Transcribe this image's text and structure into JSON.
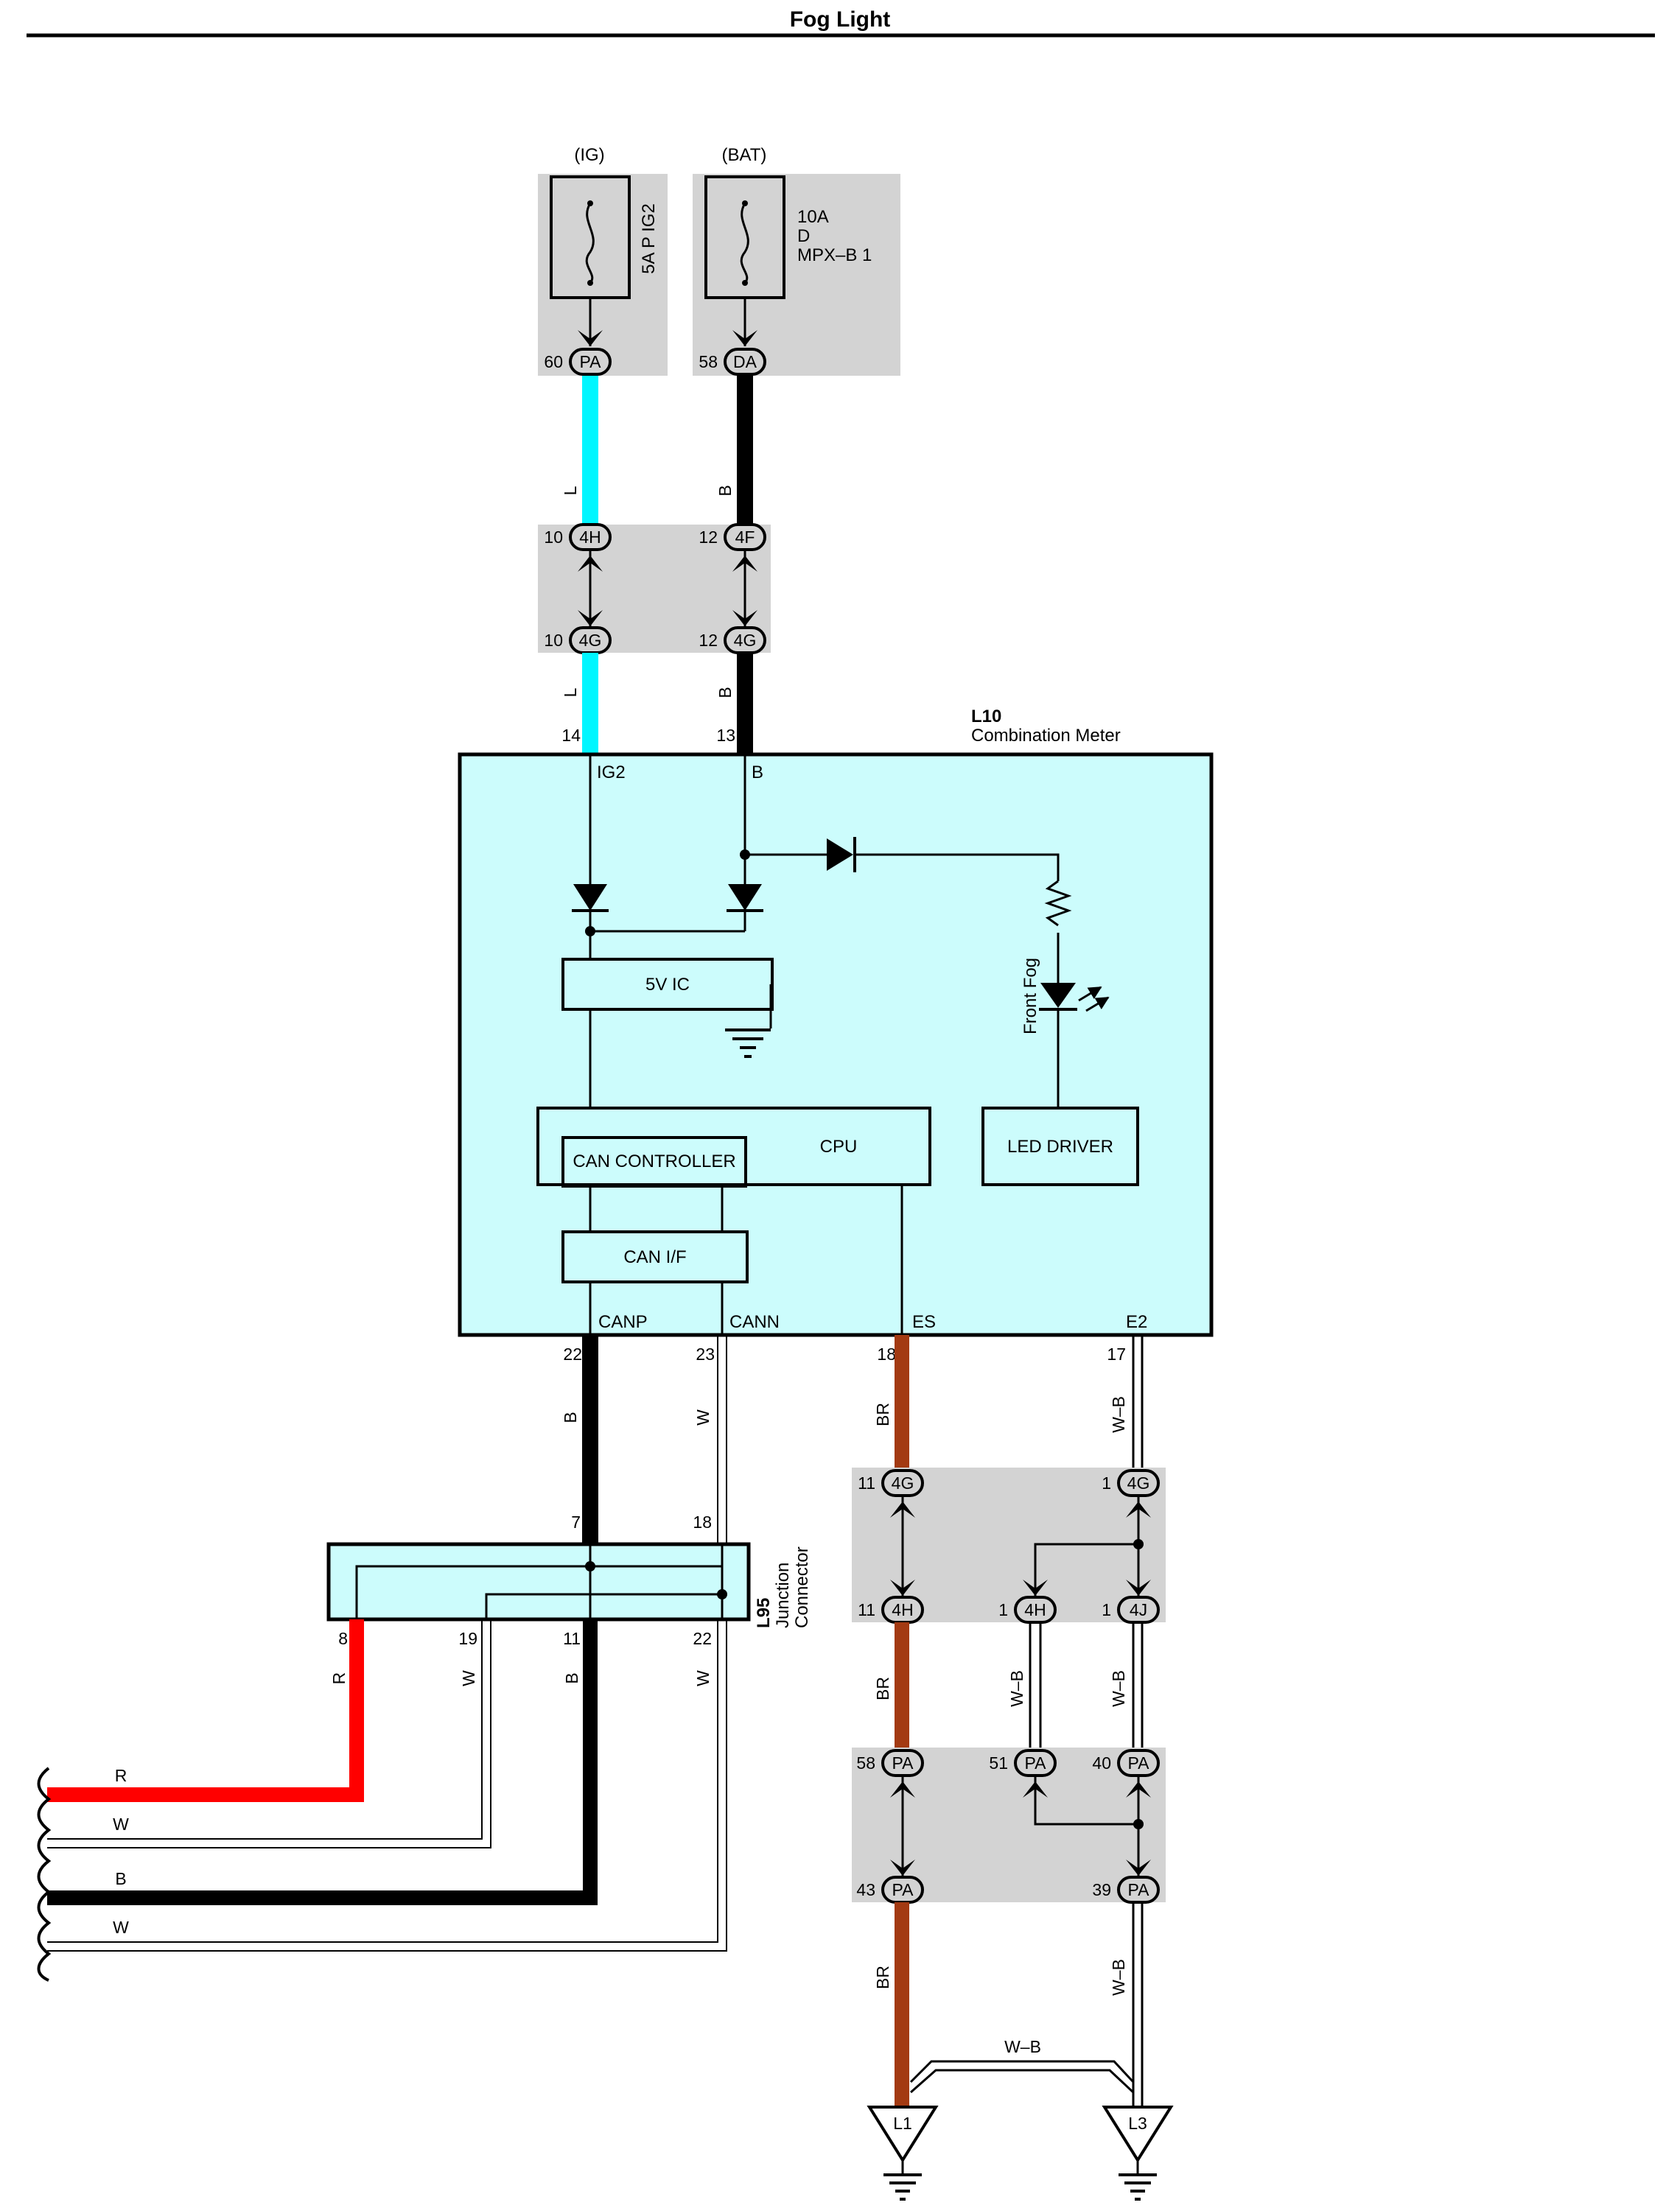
{
  "title": "Fog Light",
  "colors": {
    "wire_L": "#00f6ff",
    "wire_B": "#000000",
    "wire_BR": "#a33a12",
    "wire_R": "#ff0000",
    "panel": "#d3d3d3",
    "module": "#ccfcfc"
  },
  "fuses": {
    "ig": {
      "source": "(IG)",
      "name": "5A P IG2",
      "pin": "60",
      "conn": "PA"
    },
    "bat": {
      "source": "(BAT)",
      "amp": "10A",
      "letter": "D",
      "name": "MPX–B 1",
      "pin": "58",
      "conn": "DA"
    }
  },
  "junction_top": {
    "left_upper": {
      "pin": "10",
      "conn": "4H"
    },
    "left_lower": {
      "pin": "10",
      "conn": "4G"
    },
    "right_upper": {
      "pin": "12",
      "conn": "4F"
    },
    "right_lower": {
      "pin": "12",
      "conn": "4G"
    }
  },
  "meter": {
    "code": "L10",
    "name": "Combination Meter",
    "pins": {
      "ig2": "14",
      "b": "13",
      "canp": "22",
      "cann": "23",
      "es": "18",
      "e2": "17"
    },
    "terminals": {
      "ig2": "IG2",
      "b": "B",
      "canp": "CANP",
      "cann": "CANN",
      "es": "ES",
      "e2": "E2"
    },
    "blocks": {
      "ic": "5V IC",
      "cpu": "CPU",
      "can_controller": "CAN CONTROLLER",
      "can_if": "CAN I/F",
      "led_driver": "LED DRIVER"
    },
    "lamp": "Front Fog"
  },
  "junction_connector": {
    "code": "L95",
    "name_1": "Junction",
    "name_2": "Connector",
    "pins": {
      "in_canp": "7",
      "in_cann": "18",
      "out_r": "8",
      "out_w1": "19",
      "out_b": "11",
      "out_w2": "22"
    }
  },
  "wires": {
    "l_upper": "L",
    "l_lower": "L",
    "b_upper": "B",
    "b_lower": "B",
    "canp": "B",
    "cann": "W",
    "jc_r": "R",
    "jc_w1": "W",
    "jc_b": "B",
    "jc_w2": "W",
    "out_r": "R",
    "out_w1": "W",
    "out_b": "B",
    "out_w2": "W",
    "es_1": "BR",
    "es_2": "BR",
    "es_3": "BR",
    "e2_1": "W–B",
    "e2_2": "W–B",
    "e2_3": "W–B",
    "mid": "W–B",
    "ground_link": "W–B"
  },
  "ground_junction": {
    "a_top": {
      "pin": "11",
      "conn": "4G"
    },
    "a_bot": {
      "pin": "11",
      "conn": "4H"
    },
    "b_top": {
      "pin": "1",
      "conn": "4G"
    },
    "b_mid": {
      "pin": "1",
      "conn": "4H"
    },
    "b_bot": {
      "pin": "1",
      "conn": "4J"
    },
    "p1": {
      "pin": "58",
      "conn": "PA"
    },
    "p2": {
      "pin": "51",
      "conn": "PA"
    },
    "p3": {
      "pin": "40",
      "conn": "PA"
    },
    "p4": {
      "pin": "43",
      "conn": "PA"
    },
    "p5": {
      "pin": "39",
      "conn": "PA"
    }
  },
  "grounds": {
    "left": "L1",
    "right": "L3"
  }
}
